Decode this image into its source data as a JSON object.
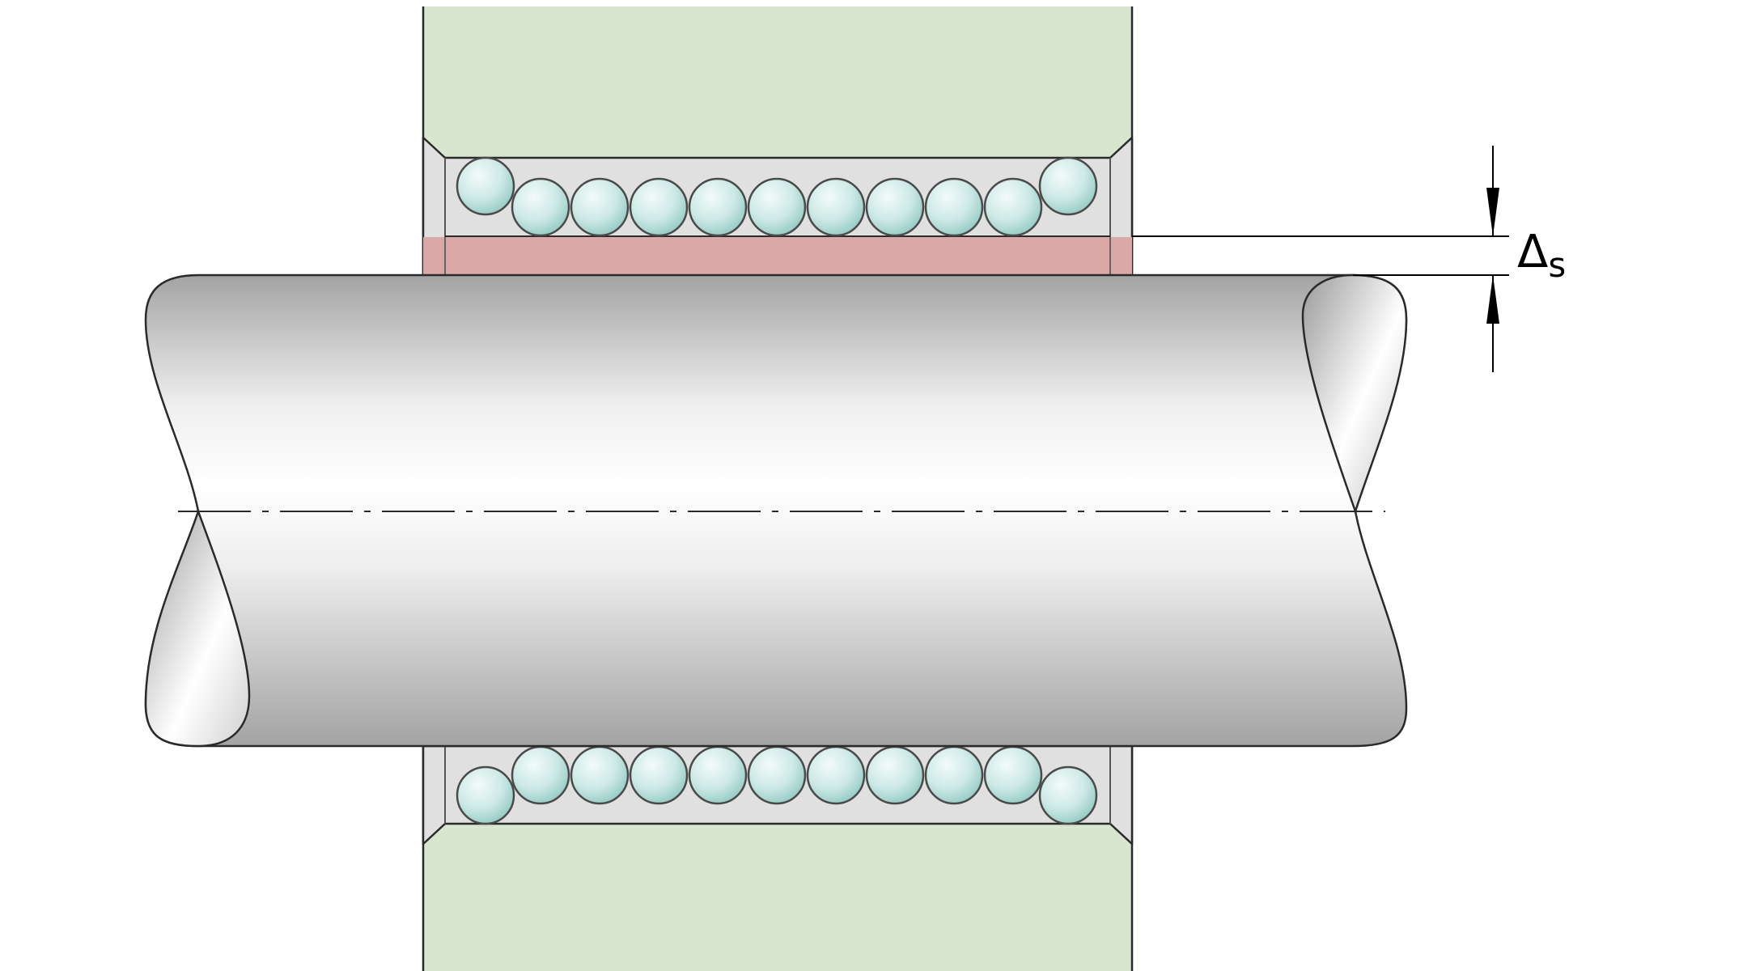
{
  "diagram": {
    "type": "technical-section-drawing",
    "colors": {
      "housing": "#d9e6cf",
      "cage": "#e0e0e0",
      "clearance_zone": "#dba8a8",
      "ball_light": "#f2fbfa",
      "ball_dark": "#8fc7c1",
      "shaft_light": "#ffffff",
      "shaft_dark": "#a3a3a3",
      "outline": "#2a2a2a"
    },
    "balls_per_row": 11,
    "dimension": {
      "symbol": "Δ",
      "subscript": "s"
    }
  }
}
